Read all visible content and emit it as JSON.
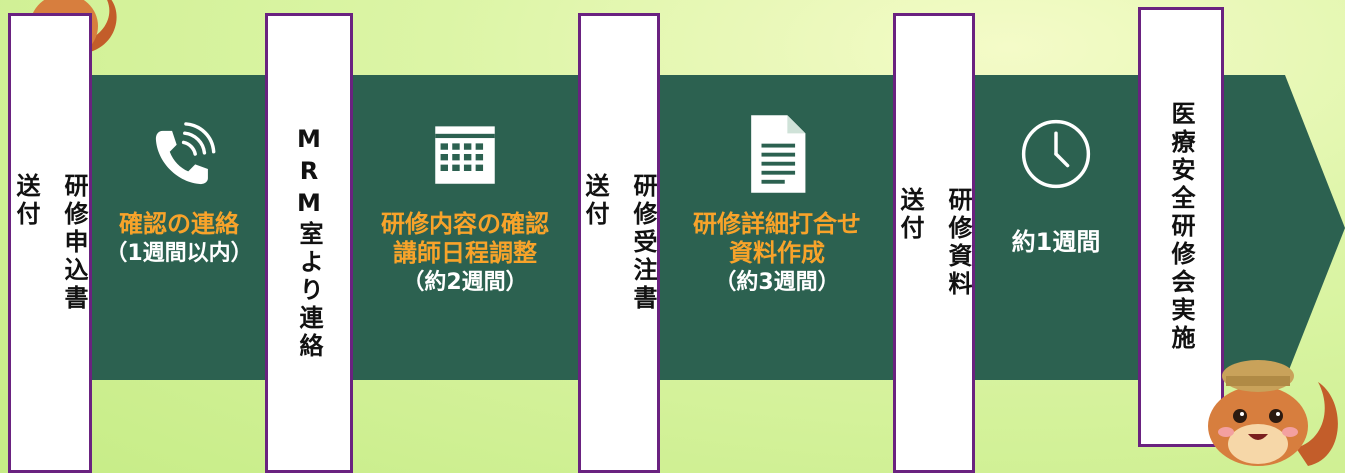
{
  "colors": {
    "band": "#2c6150",
    "card_border": "#6a2280",
    "highlight_text": "#f8a32a",
    "duration_text": "#ffffff"
  },
  "cards": [
    {
      "id": "application",
      "text": "研修申込書\n\n送付"
    },
    {
      "id": "mrm-contact",
      "text": "MRM室より連絡"
    },
    {
      "id": "order-form",
      "text": "研修受注書\n\n送付"
    },
    {
      "id": "materials",
      "text": "研修資料\n\n送付"
    },
    {
      "id": "seminar",
      "text": "医療安全研修会実施"
    }
  ],
  "steps": [
    {
      "icon": "phone-icon",
      "title": "確認の連絡",
      "duration": "（1週間以内）"
    },
    {
      "icon": "calendar-icon",
      "title": "研修内容の確認",
      "title2": "講師日程調整",
      "duration": "（約2週間）"
    },
    {
      "icon": "document-icon",
      "title": "研修詳細打合せ",
      "title2": "資料作成",
      "duration": "（約3週間）"
    },
    {
      "icon": "clock-icon",
      "duration": "約1週間"
    }
  ],
  "mascots": [
    "squirrel-mascot-top",
    "squirrel-mascot-detective"
  ]
}
